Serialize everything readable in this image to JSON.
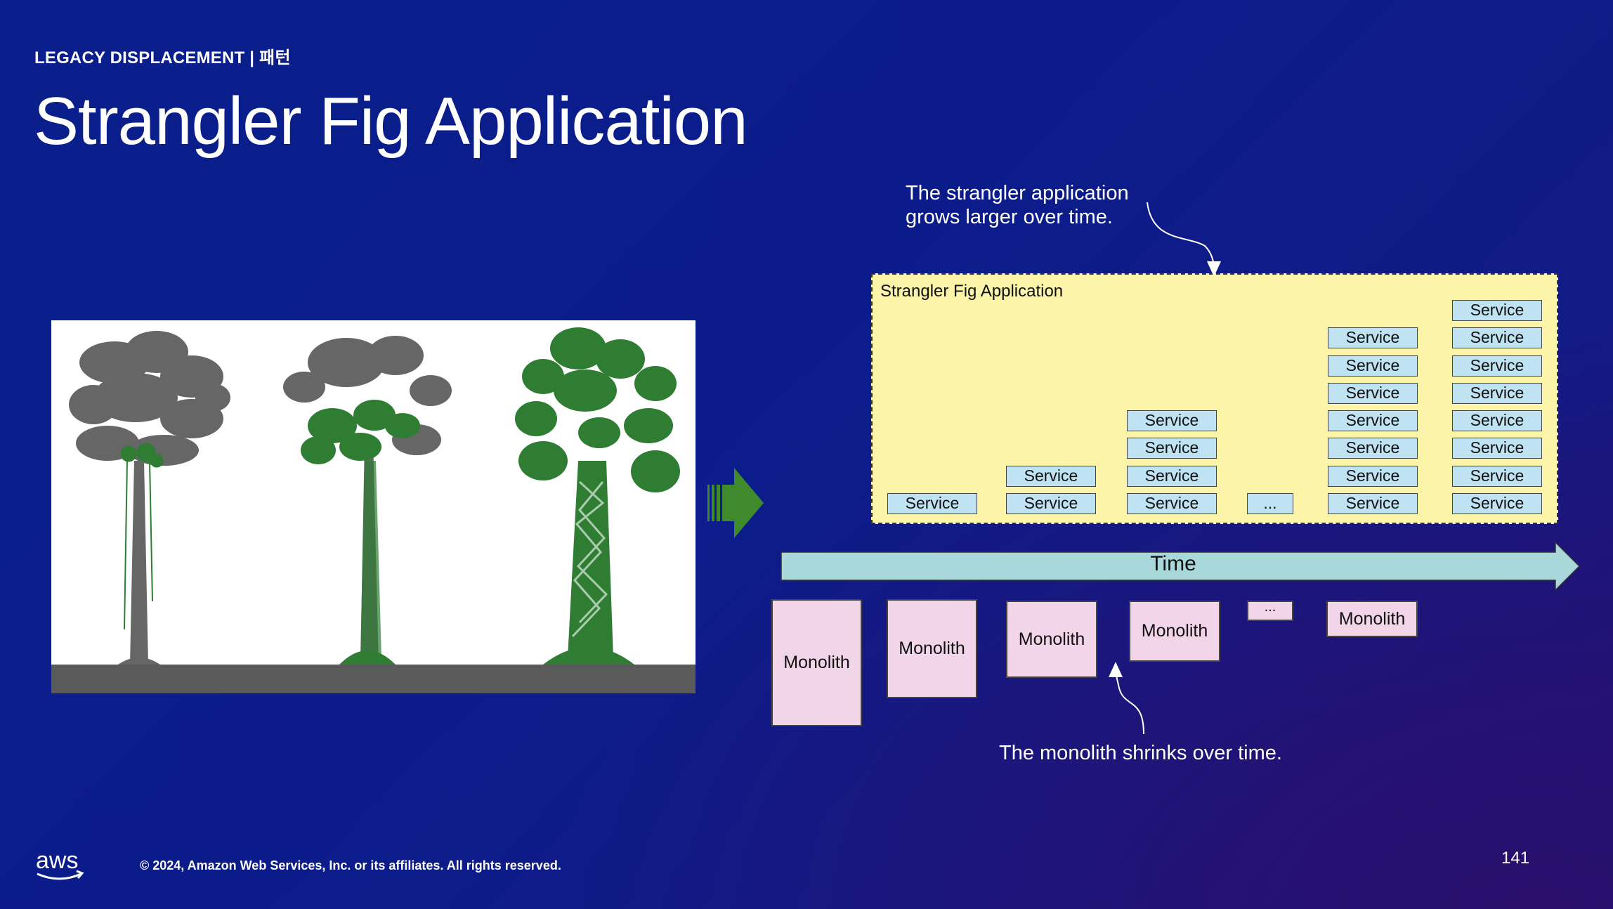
{
  "header": {
    "section_label": "LEGACY DISPLACEMENT | 패턴",
    "title": "Strangler Fig Application"
  },
  "diagram": {
    "strangler_box_label": "Strangler Fig Application",
    "service_label": "Service",
    "dots_label": "...",
    "time_label": "Time",
    "monolith_label": "Monolith",
    "callout_top_line1": "The strangler application",
    "callout_top_line2": "grows larger over time.",
    "callout_bottom": "The monolith shrinks over time.",
    "service_columns": [
      1,
      2,
      4,
      0,
      7,
      8
    ]
  },
  "colors": {
    "service_fill": "#bfe3f2",
    "strangler_fill": "#fcf4a8",
    "monolith_fill": "#f2d5e8",
    "time_arrow": "#a8d8d9",
    "fig_green": "#2e7d32",
    "dead_tree_gray": "#5a5a5a"
  },
  "footer": {
    "logo_text": "aws",
    "copyright": "© 2024, Amazon Web Services, Inc. or its affiliates. All rights reserved.",
    "page_number": "141"
  }
}
